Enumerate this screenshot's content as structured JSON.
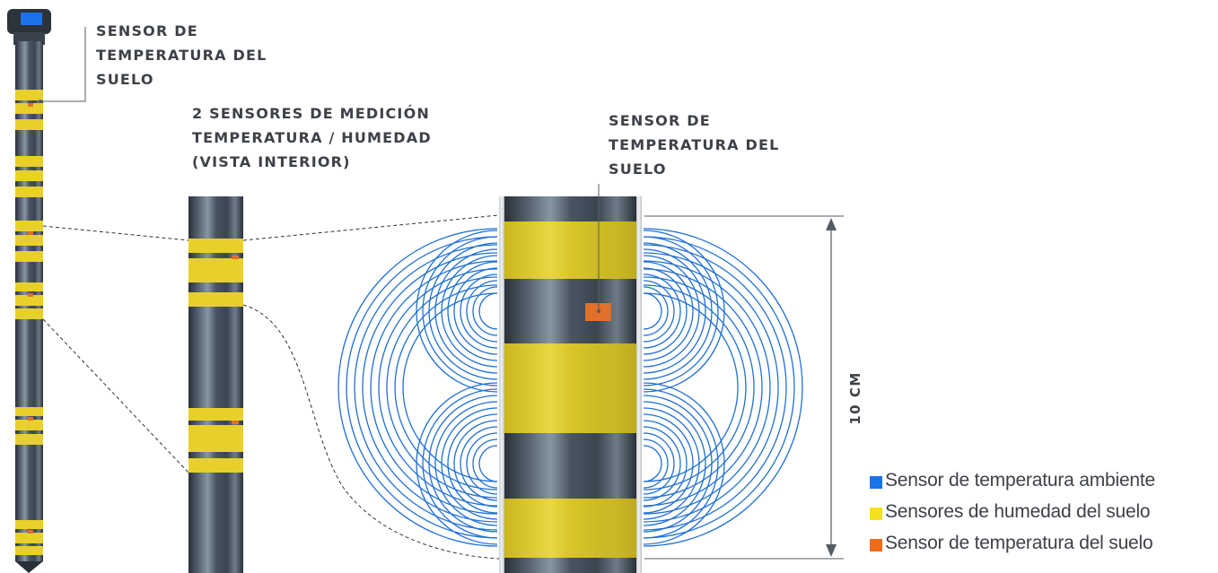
{
  "labels": {
    "top_sensor": "SENSOR DE\nTEMPERATURA DEL\nSUELO",
    "interior": "2 SENSORES DE MEDICIÓN\nTEMPERATURA / HUMEDAD\n(VISTA INTERIOR)",
    "zoom_sensor": "SENSOR DE\nTEMPERATURA DEL\nSUELO",
    "dimension": "10 CM"
  },
  "legend": [
    {
      "label": "Sensor de temperatura ambiente",
      "color": "#1a73e8"
    },
    {
      "label": "Sensores de humedad del suelo",
      "color": "#f5e11f"
    },
    {
      "label": "Sensor de temperatura del suelo",
      "color": "#ef6c1a"
    }
  ],
  "colors": {
    "probe_body": "#3b4550",
    "humidity_band": "#e8d02a",
    "temp_marker": "#e0702a",
    "ambient_cap": "#1a73e8",
    "field_lines": "#1f6fd6"
  },
  "icons": [
    "probe-icon",
    "probe-segment-icon",
    "probe-zoom-icon",
    "dimension-arrow-icon"
  ]
}
